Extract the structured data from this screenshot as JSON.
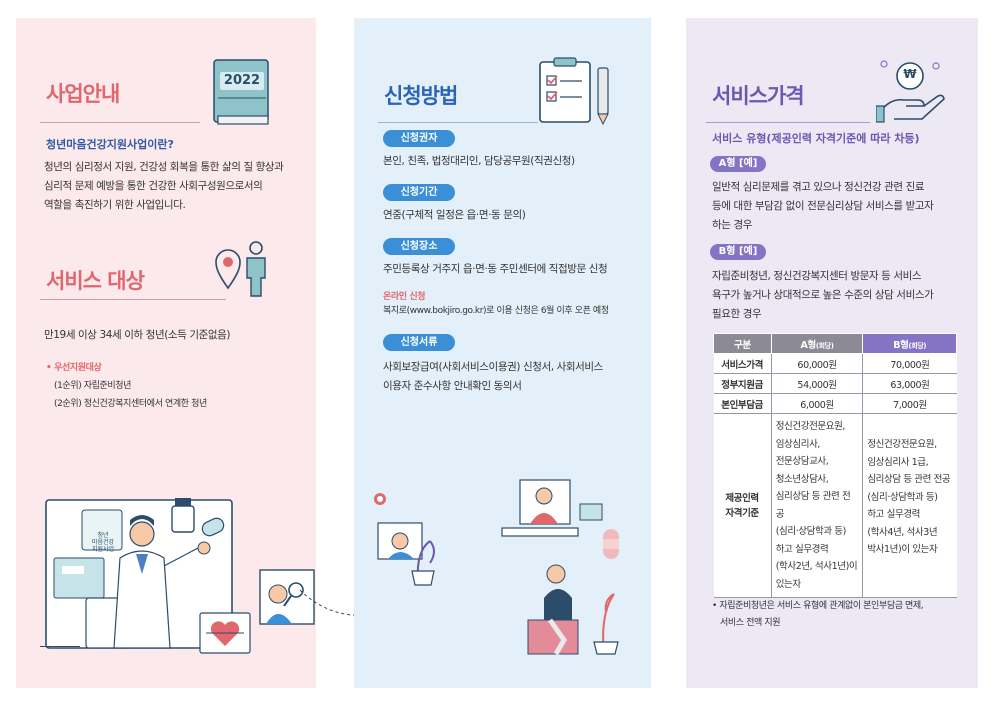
{
  "col1": {
    "title": "사업안내",
    "book_year": "2022",
    "sub_title": "청년마음건강지원사업이란?",
    "intro_lines": [
      "청년의 심리정서 지원, 건강성 회복을 통한 삶의 질 향상과",
      "심리적 문제 예방을 통한 건강한 사회구성원으로서의",
      "역할을 촉진하기 위한 사업입니다."
    ],
    "target_title": "서비스 대상",
    "target_text": "만19세 이상 34세 이하 청년(소득 기준없음)",
    "priority_title": "우선지원대상",
    "priority_1": "(1순위) 자립준비청년",
    "priority_2": "(2순위) 정신건강복지센터에서 연계한 청년",
    "monitor_logo_line1": "청년",
    "monitor_logo_line2": "마음건강",
    "monitor_logo_line3": "지원사업"
  },
  "col2": {
    "title": "신청방법",
    "s1_label": "신청권자",
    "s1_text": "본인, 친족, 법정대리인, 담당공무원(직권신청)",
    "s2_label": "신청기간",
    "s2_text": "연중(구체적 일정은 읍·면·동 문의)",
    "s3_label": "신청장소",
    "s3_text": "주민등록상 거주지 읍·면·동 주민센터에 직접방문 신청",
    "online_label": "온라인 신청",
    "online_text": "복지로(www.bokjiro.go.kr)로 이용 신청은  6월 이후 오픈 예정",
    "s4_label": "신청서류",
    "s4_lines": [
      "사회보장급여(사회서비스이용권) 신청서, 사회서비스",
      "이용자 준수사항 안내확인 동의서"
    ]
  },
  "col3": {
    "title": "서비스가격",
    "coin_symbol": "₩",
    "sub_title": "서비스 유형(제공인력 자격기준에 따라 차등)",
    "a_label": "A형 [예]",
    "a_lines": [
      "일반적 심리문제를 겪고 있으나 정신건강 관련 진료",
      "등에 대한 부담감 없이 전문심리상담 서비스를 받고자",
      "하는 경우"
    ],
    "b_label": "B형 [예]",
    "b_lines": [
      "자립준비청년, 정신건강복지센터 방문자 등 서비스",
      "욕구가 높거나 상대적으로 높은 수준의 상담 서비스가",
      "필요한 경우"
    ],
    "table": {
      "h0": "구분",
      "h1": "A형",
      "h1_unit": "(회당)",
      "h2": "B형",
      "h2_unit": "(회당)",
      "r1": [
        "서비스가격",
        "60,000원",
        "70,000원"
      ],
      "r2": [
        "정부지원금",
        "54,000원",
        "63,000원"
      ],
      "r3": [
        "본인부담금",
        "6,000원",
        "7,000원"
      ],
      "r4_label_1": "제공인력",
      "r4_label_2": "자격기준",
      "r4_a": [
        "정신건강전문요원,",
        "임상심리사,",
        "전문상담교사,",
        "청소년상담사,",
        "심리상담 등 관련 전공",
        "(심리·상담학과 등)",
        "하고 실무경력",
        "(학사2년, 석사1년)이",
        "있는자"
      ],
      "r4_b": [
        "정신건강전문요원,",
        "임상심리사 1급,",
        "심리상담 등 관련 전공",
        "(심리·상담학과 등)",
        "하고 실무경력",
        "(학사4년, 석사3년",
        "박사1년)이 있는자"
      ]
    },
    "note_lines": [
      "자립준비청년은 서비스 유형에 관계없이 본인부담금 면제,",
      "서비스 전액 지원"
    ]
  },
  "colors": {
    "pink": "#e0686d",
    "blue": "#2a64b8",
    "purple": "#6b58b0",
    "pill_blue": "#3a8fd6",
    "pill_purple": "#8475c4"
  }
}
